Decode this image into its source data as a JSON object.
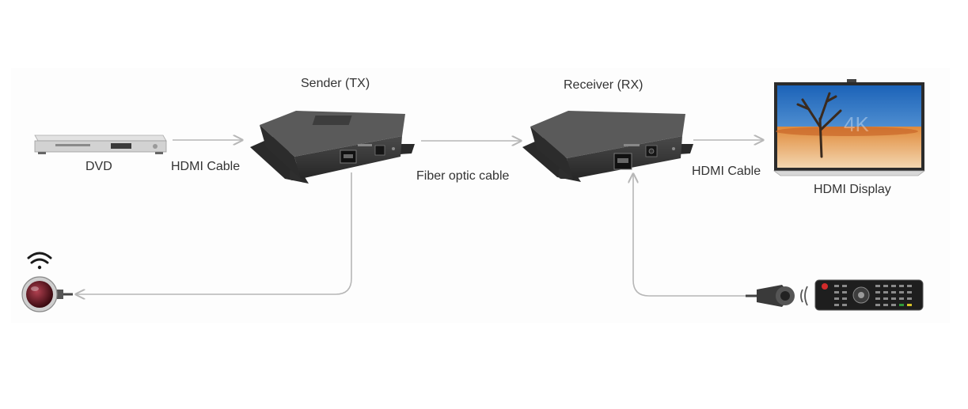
{
  "diagram": {
    "labels": {
      "sender": "Sender (TX)",
      "receiver": "Receiver (RX)",
      "dvd": "DVD",
      "hdmi_cable_left": "HDMI Cable",
      "fiber": "Fiber optic cable",
      "hdmi_cable_right": "HDMI Cable",
      "display": "HDMI Display",
      "tv_overlay": "4K"
    },
    "colors": {
      "connector": "#b7b7b7",
      "device_body": "#3c3c3c",
      "device_top": "#555555",
      "label_text": "#333333",
      "sky": "#2e7fd0",
      "desert": "#d9813a",
      "ir_eye": "#6a1a22"
    },
    "icons": [
      "dvd-player-icon",
      "tx-extender-icon",
      "rx-extender-icon",
      "tv-icon",
      "ir-receiver-icon",
      "ir-emitter-icon",
      "remote-control-icon",
      "wireless-signal-icon"
    ]
  }
}
